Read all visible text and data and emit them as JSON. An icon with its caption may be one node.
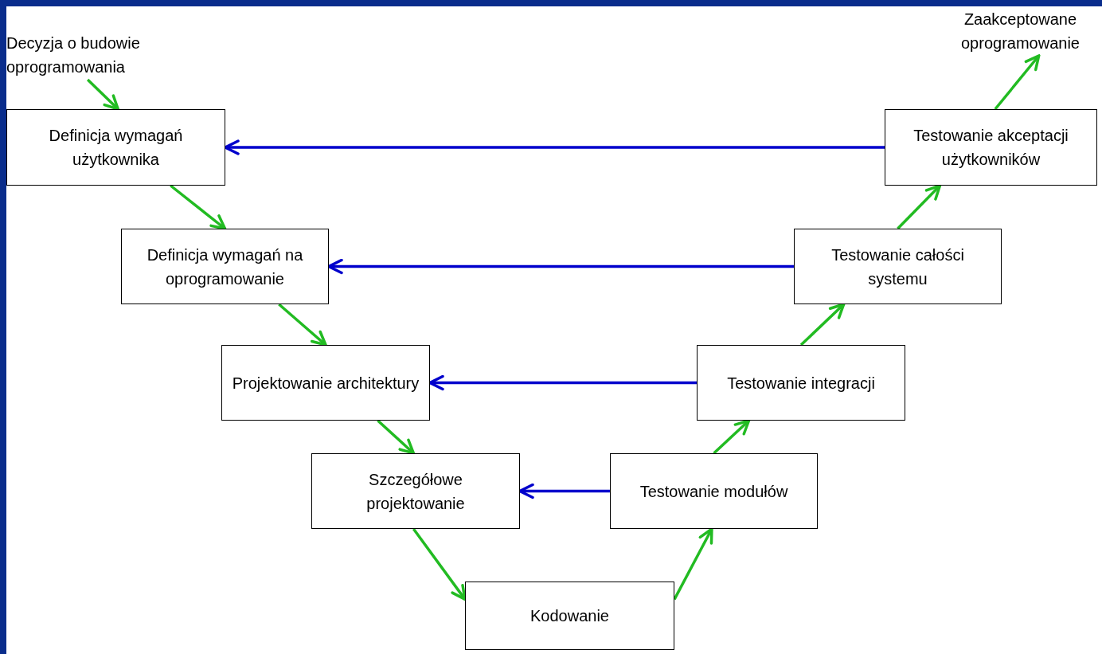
{
  "diagram": {
    "nodes": [
      {
        "text": [
          "Decyzja o budowie oprogramowania"
        ]
      },
      {
        "text": [
          "Definicja wymagań użytkownika"
        ]
      },
      {
        "text": [
          "Definicja wymagań na oprogramowanie"
        ]
      },
      {
        "text": [
          "Projektowanie architektury"
        ]
      },
      {
        "text": [
          "Szczegółowe projektowanie"
        ]
      },
      {
        "text": [
          "Kodowanie"
        ]
      },
      {
        "text": [
          "Testowanie modułów"
        ]
      },
      {
        "text": [
          "Testowanie integracji"
        ]
      },
      {
        "text": [
          "Testowanie całości systemu"
        ]
      },
      {
        "text": [
          "Testowanie akceptacji użytkowników"
        ]
      },
      {
        "text": [
          "Zaakceptowane oprogramowanie"
        ]
      }
    ],
    "edges": [
      {
        "from": 0,
        "to": 1,
        "arrow": "to"
      },
      {
        "from": 1,
        "to": 2,
        "arrow": "to"
      },
      {
        "from": 2,
        "to": 3,
        "arrow": "to"
      },
      {
        "from": 3,
        "to": 4,
        "arrow": "to"
      },
      {
        "from": 4,
        "to": 5,
        "arrow": "to"
      },
      {
        "from": 5,
        "to": 6,
        "arrow": "to"
      },
      {
        "from": 6,
        "to": 7,
        "arrow": "to"
      },
      {
        "from": 7,
        "to": 8,
        "arrow": "to"
      },
      {
        "from": 8,
        "to": 9,
        "arrow": "to"
      },
      {
        "from": 9,
        "to": 10,
        "arrow": "to"
      },
      {
        "from": 9,
        "to": 1,
        "arrow": "to",
        "color": "#0000cc"
      },
      {
        "from": 8,
        "to": 2,
        "arrow": "to",
        "color": "#0000cc"
      },
      {
        "from": 7,
        "to": 3,
        "arrow": "to",
        "color": "#0000cc"
      },
      {
        "from": 6,
        "to": 4,
        "arrow": "to",
        "color": "#0000cc"
      }
    ]
  }
}
